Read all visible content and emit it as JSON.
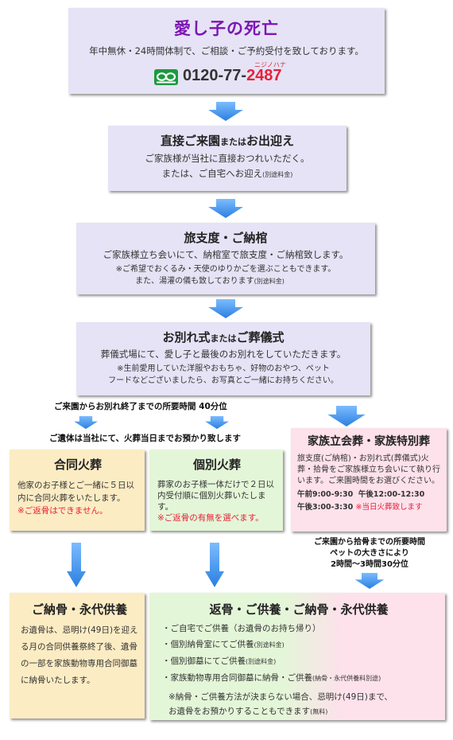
{
  "box1": {
    "title": "愛し子の死亡",
    "subtitle": "年中無休・24時間体制で、ご相談・ご予約受付を致しております。",
    "phone_prefix": "0120-77-",
    "phone_suffix": "2487",
    "phone_reading": "ニジノハナ"
  },
  "box2": {
    "title_a": "直接ご来園",
    "title_b": "または",
    "title_c": "お出迎え",
    "line1": "ご家族様が当社に直接おつれいただく。",
    "line2": "または、ご自宅へお迎え",
    "line2_note": "(別途料金)"
  },
  "box3": {
    "title": "旅支度・ご納棺",
    "line1": "ご家族様立ち会いにて、納棺室で旅支度・ご納棺致します。",
    "note1": "※ご希望でおくるみ・天使のゆりかごを選ぶこともできます。",
    "note2": "また、湯灌の儀も致しております",
    "note2_small": "(別途料金)"
  },
  "box4": {
    "title_a": "お別れ式",
    "title_b": "または",
    "title_c": "ご葬儀式",
    "line1": "葬儀式場にて、愛し子と最後のお別れをしていただきます。",
    "note1": "※生前愛用していた洋服やおもちゃ、好物のおやつ、ペット",
    "note2": "フードなどございましたら、お写真とご一緒にお持ちください。"
  },
  "notes": {
    "time_required": "ご来園からお別れ終了までの所要時間 40分位",
    "overnight": "ご遺体は当社にて、火葬当日までお預かり致します",
    "bone_time_1": "ご来園から拾骨までの所要時間",
    "bone_time_2": "ペットの大きさにより",
    "bone_time_3": "2時間〜3時間30分位"
  },
  "joint": {
    "title": "合同火葬",
    "text": "他家のお子様とご一緒に５日以内に合同火葬をいたします。",
    "note": "※ご返骨はできません。"
  },
  "individual": {
    "title": "個別火葬",
    "text": "葬家のお子様一体だけで２日以内受付順に個別火葬いたします。",
    "note": "※ご返骨の有無を選べます。"
  },
  "family": {
    "title": "家族立会葬・家族特別葬",
    "text": "旅支度(ご納棺)・お別れ式(葬儀式)火葬・拾骨をご家族様立ち会いにて執り行います。ご来園時間をお選びください。",
    "time1_a": "午前9:00-9:30",
    "time1_b": "午後12:00-12:30",
    "time2_a": "午後3:00-3:30",
    "time2_b": "※当日火葬致します"
  },
  "eternal": {
    "title": "ご納骨・永代供養",
    "text": "お遺骨は、忌明け(49日)を迎える月の合同供養祭終了後、遺骨の一部を家族動物専用合同御墓に納骨いたします。"
  },
  "return": {
    "title": "返骨・ご供養・ご納骨・永代供養",
    "items": [
      {
        "text": "・ご自宅でご供養（お遺骨のお持ち帰り）",
        "note": ""
      },
      {
        "text": "・個別納骨室にてご供養",
        "note": "(別途料金)"
      },
      {
        "text": "・個別御墓にてご供養",
        "note": "(別途料金)"
      },
      {
        "text": "・家族動物専用合同御墓に納骨・ご供養",
        "note": "(納骨・永代供養料別途)"
      }
    ],
    "footnote1": "※納骨・ご供養方法が決まらない場合、忌明け(49日)まで、",
    "footnote2": "お遺骨をお預かりすることもできます",
    "footnote2_small": "(無料)"
  },
  "colors": {
    "lavender": "#e5e3f5",
    "orange": "#fcecc4",
    "green": "#e4f6d8",
    "pink": "#fde1eb",
    "arrow_blue": "#3c8ee8",
    "title_purple": "#7d16b4",
    "red": "#e8203a",
    "freedial_green": "#1b9a3e"
  },
  "icons": {
    "freedial": "freedial-icon",
    "arrow": "down-arrow-icon"
  }
}
